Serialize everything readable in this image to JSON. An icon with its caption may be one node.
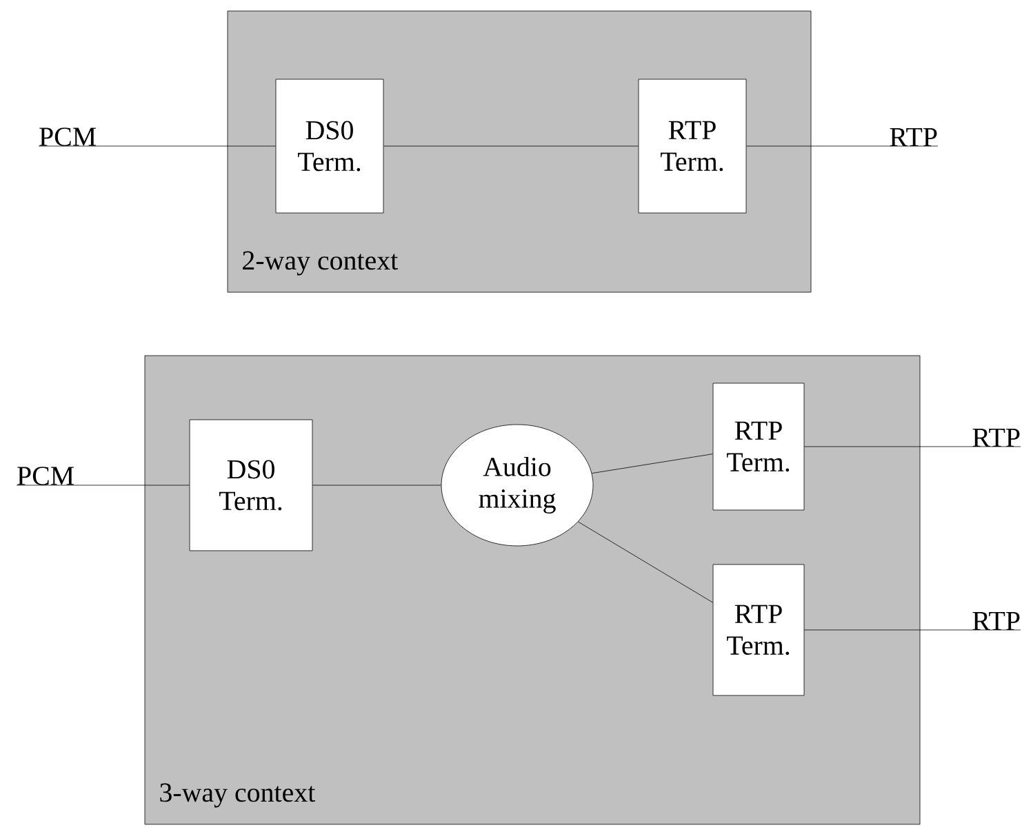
{
  "diagram": {
    "nodes": [
      {
        "text": [
          "2-way context"
        ]
      },
      {
        "text": [
          "DS0 Term."
        ],
        "in": 0
      },
      {
        "text": [
          "RTP Term."
        ],
        "in": 0
      },
      {
        "text": [
          "3-way context"
        ]
      },
      {
        "text": [
          "DS0 Term."
        ],
        "in": 3
      },
      {
        "text": [
          "Audio mixing"
        ],
        "in": 3
      },
      {
        "text": [
          "RTP Term."
        ],
        "in": 3
      },
      {
        "text": [
          "RTP Term."
        ],
        "in": 3
      },
      {
        "text": [
          "PCM"
        ]
      },
      {
        "text": [
          "RTP"
        ]
      },
      {
        "text": [
          "PCM"
        ]
      },
      {
        "text": [
          "RTP"
        ]
      },
      {
        "text": [
          "RTP"
        ]
      }
    ],
    "edges": [
      {
        "from": 8,
        "to": 1,
        "arrow": "none"
      },
      {
        "from": 1,
        "to": 2,
        "arrow": "none"
      },
      {
        "from": 2,
        "to": 9,
        "arrow": "none"
      },
      {
        "from": 10,
        "to": 4,
        "arrow": "none"
      },
      {
        "from": 4,
        "to": 5,
        "arrow": "none"
      },
      {
        "from": 5,
        "to": 6,
        "arrow": "none"
      },
      {
        "from": 5,
        "to": 7,
        "arrow": "none"
      },
      {
        "from": 6,
        "to": 11,
        "arrow": "none"
      },
      {
        "from": 7,
        "to": 12,
        "arrow": "none"
      }
    ]
  }
}
